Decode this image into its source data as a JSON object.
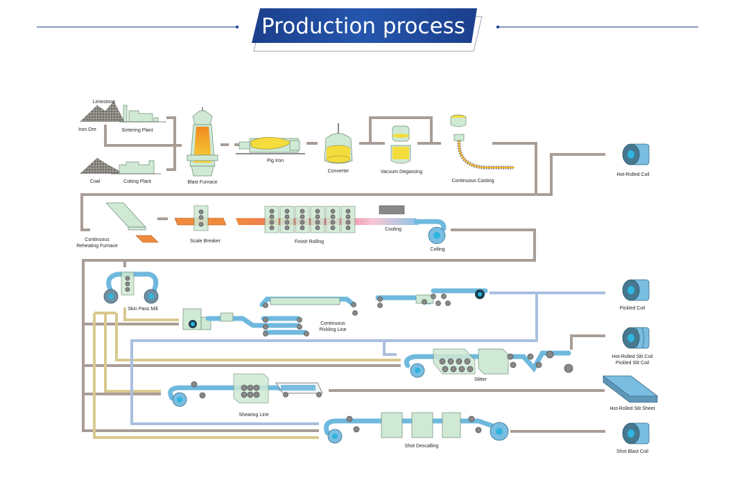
{
  "header": {
    "title": "Production process"
  },
  "colors": {
    "title_bg": "#1e4a9b",
    "header_line": "#3a5a9c",
    "pipe_main": "#a89d96",
    "pipe_tan": "#d9c98e",
    "pipe_blue": "#a9bfe0",
    "equipment_green": "#cfe9d4",
    "steel_blue": "#6fb9de",
    "molten": "#f4c431",
    "hot_strip": "#f08a3c"
  },
  "stages": {
    "raw_materials": {
      "limestone": "Limestone",
      "iron_ore": "Iron Ore",
      "sintering_plant": "Sintering Plant",
      "coal": "Coal",
      "coking_plant": "Coking Plant"
    },
    "ironmaking": {
      "blast_furnace": "Blast Furnace",
      "pig_iron": "Pig Iron"
    },
    "steelmaking": {
      "converter": "Converter",
      "vacuum_degassing": "Vacuum Degassing",
      "continuous_casting": "Continuous Casting"
    },
    "hot_rolling": {
      "reheating_furnace_line1": "Continuous",
      "reheating_furnace_line2": "Reheating Furnace",
      "scale_breaker": "Scale Breaker",
      "finish_rolling": "Finish Rolling",
      "cooling": "Cooling",
      "coiling": "Coiling"
    },
    "finishing": {
      "skin_pass_mill": "Skin Pass Mill",
      "pickling_line1": "Continuous",
      "pickling_line2": "Pickling Line",
      "slitter": "Slitter",
      "shearing_line": "Shearing Line",
      "shot_descaling": "Shot Descalling"
    }
  },
  "products": [
    {
      "label": "Hot-Rolled Coil"
    },
    {
      "label": "Pickled Coil"
    },
    {
      "label": "Hot-Rolled Slit Coil",
      "label2": "Pickled Slit Coil"
    },
    {
      "label": "Hot-Rolled Slit Sheet"
    },
    {
      "label": "Shot Blast Coil"
    }
  ]
}
